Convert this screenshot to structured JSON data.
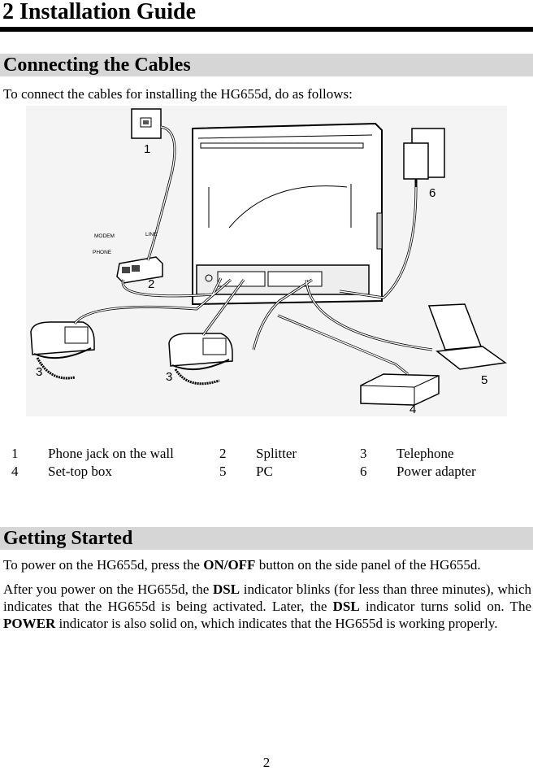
{
  "heading": "2 Installation Guide",
  "section1": {
    "title": "Connecting the Cables",
    "intro": "To connect the cables for installing the HG655d, do as follows:"
  },
  "figure": {
    "labels": {
      "modem": "MODEM",
      "line": "LINE",
      "phone": "PHONE"
    },
    "callouts": [
      "1",
      "2",
      "3",
      "3",
      "4",
      "5",
      "6"
    ]
  },
  "legend": [
    [
      {
        "num": "1",
        "text": "Phone jack on the wall"
      },
      {
        "num": "2",
        "text": "Splitter"
      },
      {
        "num": "3",
        "text": "Telephone"
      }
    ],
    [
      {
        "num": "4",
        "text": "Set-top box"
      },
      {
        "num": "5",
        "text": "PC"
      },
      {
        "num": "6",
        "text": "Power adapter"
      }
    ]
  ],
  "section2": {
    "title": "Getting Started",
    "p1_a": "To power on the HG655d, press the ",
    "p1_b": "ON/OFF",
    "p1_c": " button on the side panel of the HG655d.",
    "p2_a": "After you power on the HG655d, the ",
    "p2_b": "DSL",
    "p2_c": " indicator blinks (for less than three minutes), which indicates that the HG655d is being activated. Later, the ",
    "p2_d": "DSL",
    "p2_e": " indicator turns solid on. The ",
    "p2_f": "POWER",
    "p2_g": " indicator is also solid on, which indicates that the HG655d is working properly."
  },
  "page_number": "2"
}
